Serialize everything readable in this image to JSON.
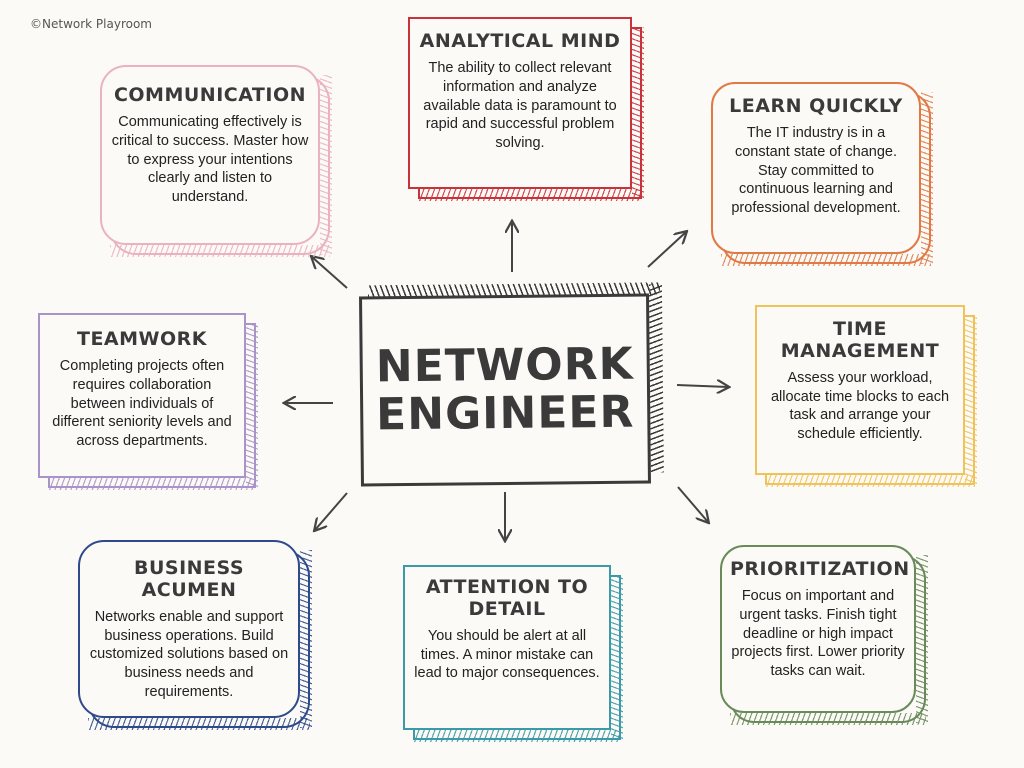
{
  "credit": "©Network Playroom",
  "center": {
    "line1": "NETWORK",
    "line2": "ENGINEER",
    "color": "#3a3a3a"
  },
  "cards": {
    "analytical_mind": {
      "title": "ANALYTICAL MIND",
      "text": "The ability to collect relevant information and analyze available data is paramount to rapid and successful problem solving.",
      "color": "#c8323a"
    },
    "communication": {
      "title": "COMMUNICATION",
      "text": "Communicating effectively is critical to success. Master how to express your intentions clearly and listen to understand.",
      "color": "#eab2bf"
    },
    "learn_quickly": {
      "title": "LEARN QUICKLY",
      "text": "The IT industry is in a constant state of change. Stay committed to continuous learning and professional development.",
      "color": "#e07a45"
    },
    "teamwork": {
      "title": "TEAMWORK",
      "text": "Completing projects often requires collaboration between individuals of different seniority levels and across departments.",
      "color": "#a993c9"
    },
    "time_management": {
      "title": "TIME MANAGEMENT",
      "text": "Assess your workload, allocate time blocks to each task and arrange your schedule efficiently.",
      "color": "#f0c35a"
    },
    "business_acumen": {
      "title": "BUSINESS ACUMEN",
      "text": "Networks enable and support business operations. Build customized solutions based on business needs and requirements.",
      "color": "#2e4a8c"
    },
    "attention_to_detail": {
      "title": "ATTENTION TO DETAIL",
      "text": "You should be alert at all times. A minor mistake can lead to major consequences.",
      "color": "#3a9aa8"
    },
    "prioritization": {
      "title": "PRIORITIZATION",
      "text": "Focus on important and urgent tasks. Finish tight deadline or high impact projects first. Lower priority tasks can wait.",
      "color": "#6a8a5a"
    }
  },
  "arrows": {
    "color": "#444444"
  }
}
